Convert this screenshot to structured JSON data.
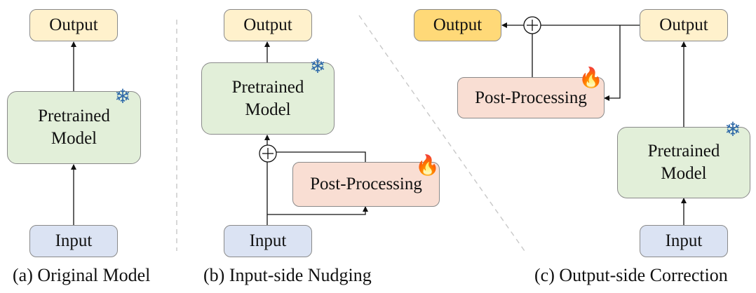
{
  "panels": {
    "a": {
      "caption": "(a) Original Model",
      "output": "Output",
      "model": "Pretrained\nModel",
      "input": "Input"
    },
    "b": {
      "caption": "(b) Input-side Nudging",
      "output": "Output",
      "model": "Pretrained\nModel",
      "post": "Post-Processing",
      "input": "Input"
    },
    "c": {
      "caption": "(c) Output-side Correction",
      "corrected_output": "Output",
      "output": "Output",
      "post": "Post-Processing",
      "model": "Pretrained\nModel",
      "input": "Input"
    }
  },
  "icons": {
    "frozen": "snowflake-icon",
    "trainable": "fire-icon",
    "combine": "plus-circle-icon"
  },
  "colors": {
    "output": "#fff1cc",
    "output_highlight": "#ffd978",
    "pretrained": "#e2efd9",
    "input": "#dbe3f3",
    "post_processing": "#f9ded3",
    "frozen_icon": "#2f6aa9",
    "trainable_icon": "#f26a1b"
  }
}
